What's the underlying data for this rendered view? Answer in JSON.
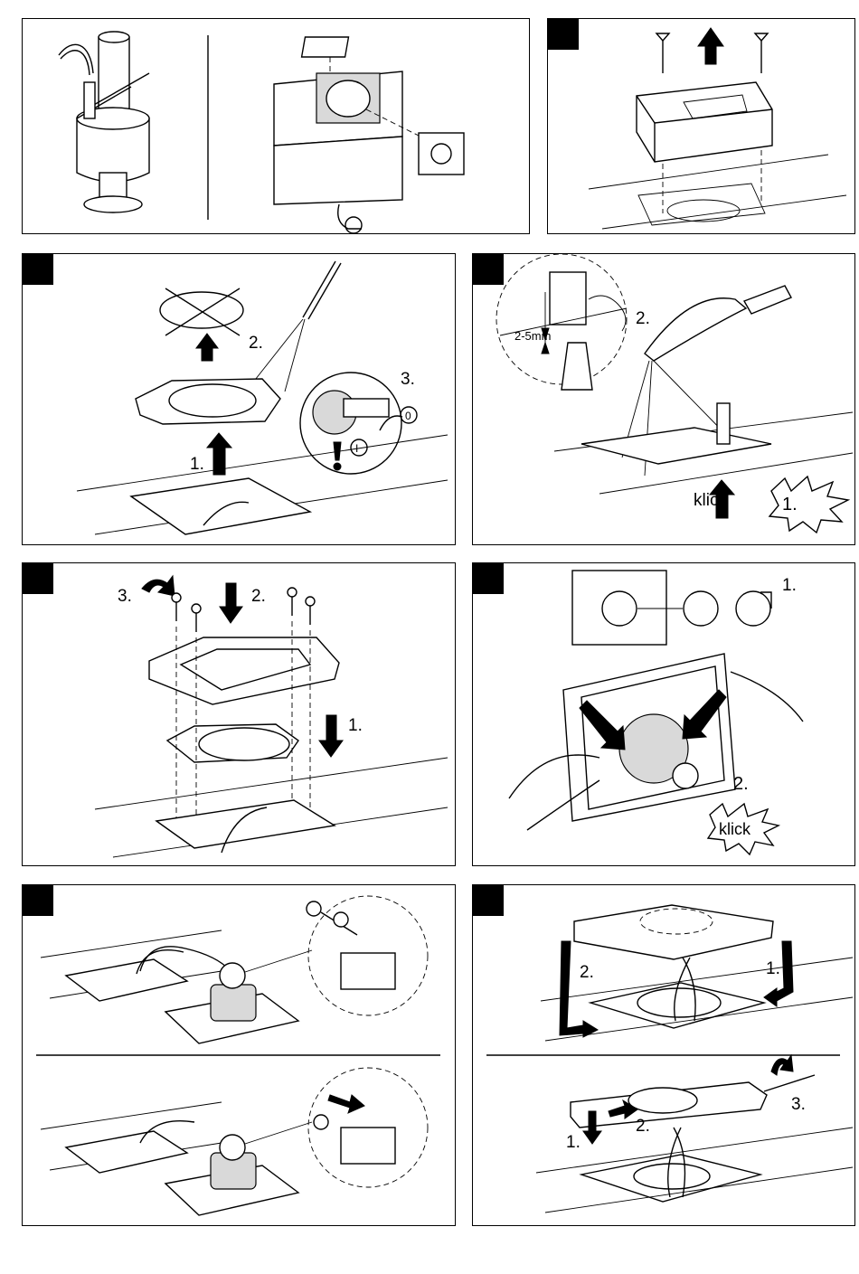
{
  "panels": [
    {
      "id": "overview",
      "has_marker": false,
      "labels": []
    },
    {
      "id": "remove-protective-cover",
      "has_marker": true,
      "labels": []
    },
    {
      "id": "cut-and-open-valve",
      "has_marker": true,
      "labels": [
        "1.",
        "2.",
        "3.",
        "0",
        "I"
      ]
    },
    {
      "id": "adjust-height-klick",
      "has_marker": true,
      "labels": [
        "2-5mm",
        "2.",
        "1.",
        "klick"
      ]
    },
    {
      "id": "mount-frame-screws",
      "has_marker": true,
      "labels": [
        "3.",
        "2.",
        "1."
      ]
    },
    {
      "id": "insert-button-klick",
      "has_marker": true,
      "labels": [
        "1.",
        "2.",
        "klick"
      ]
    },
    {
      "id": "connect-tubes",
      "has_marker": true,
      "labels": []
    },
    {
      "id": "attach-plate",
      "has_marker": true,
      "labels": [
        "2.",
        "1.",
        "1.",
        "2.",
        "3."
      ]
    }
  ],
  "colors": {
    "ink": "#000000",
    "paper": "#ffffff",
    "shade": "#d9d9d9"
  },
  "icons": [
    "arrow-up-icon",
    "arrow-down-icon",
    "rotate-arrow-icon",
    "warning-exclamation-icon",
    "klick-burst-icon",
    "screwdriver-icon",
    "scissors-icon"
  ]
}
